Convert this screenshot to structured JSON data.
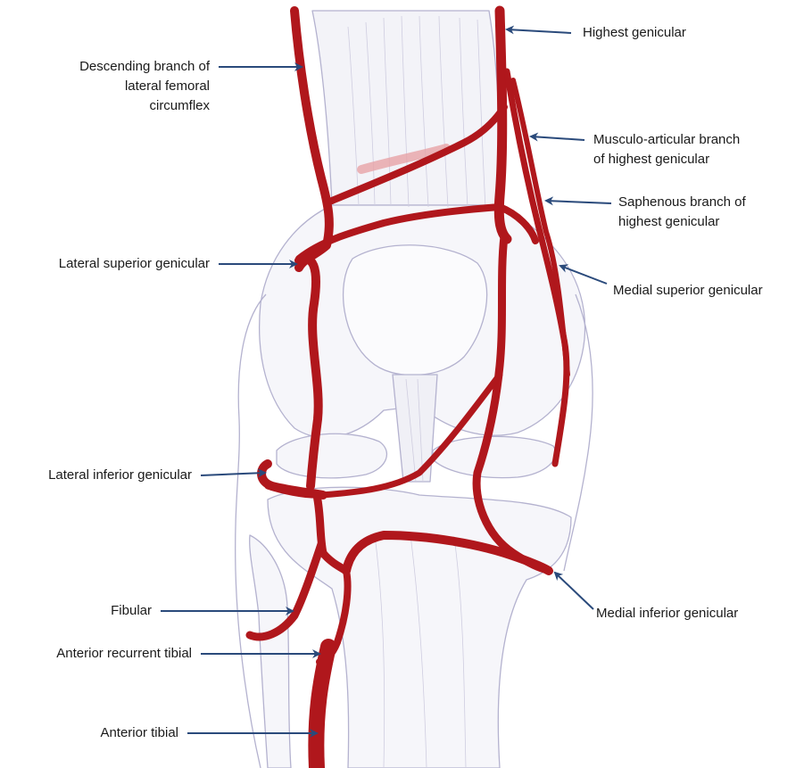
{
  "colors": {
    "artery": "#b0171c",
    "artery_dark": "#7d0e12",
    "arrow": "#2a4a7b",
    "sketch": "#b4b2cf",
    "bone_fill": "#f6f6fa"
  },
  "labels": {
    "highest_genicular": "Highest genicular",
    "descending_branch": [
      "Descending branch of",
      "lateral femoral",
      "circumflex"
    ],
    "musculo_articular": [
      "Musculo-articular branch",
      "of highest genicular"
    ],
    "saphenous_branch": [
      "Saphenous branch of",
      "highest genicular"
    ],
    "lateral_superior": "Lateral superior genicular",
    "medial_superior": "Medial superior genicular",
    "lateral_inferior": "Lateral inferior genicular",
    "fibular": "Fibular",
    "medial_inferior": "Medial inferior genicular",
    "anterior_recurrent_tibial": "Anterior recurrent tibial",
    "anterior_tibial": "Anterior tibial"
  }
}
